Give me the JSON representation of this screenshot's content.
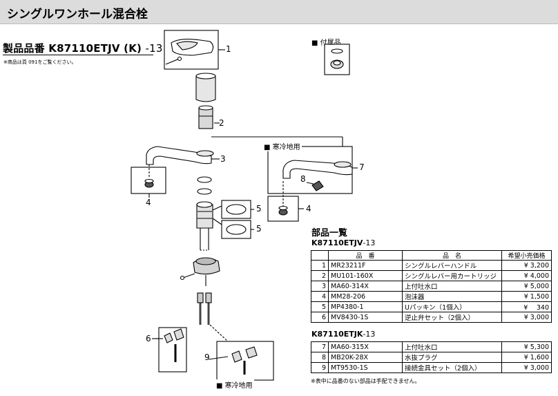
{
  "header": {
    "title": "シングルワンホール混合栓"
  },
  "product": {
    "label": "製品品番",
    "model": "K87110ETJV (K)",
    "suffix": "-13",
    "note": "※商品は頁 091をご覧ください。"
  },
  "accessory_label": "■ 付属品",
  "callouts": [
    "1",
    "2",
    "3",
    "4",
    "5",
    "5",
    "6",
    "7",
    "8",
    "4",
    "9"
  ],
  "cold_region_label": "■ 寒冷地用",
  "cold_region_label_bottom": "■ 寒冷地用",
  "parts_list": {
    "title": "部品一覧",
    "columns": [
      "品　番",
      "品　名",
      "希望小売価格"
    ],
    "group1": {
      "model": "K87110ETJV",
      "suffix": "-13",
      "rows": [
        {
          "no": "1",
          "code": "MR23211F",
          "name": "シングルレバーハンドル",
          "price": "¥ 3,200"
        },
        {
          "no": "2",
          "code": "MU101-160X",
          "name": "シングルレバー用カートリッジ",
          "price": "¥ 4,000"
        },
        {
          "no": "3",
          "code": "MA60-314X",
          "name": "上付吐水口",
          "price": "¥ 5,000"
        },
        {
          "no": "4",
          "code": "MM28-206",
          "name": "泡沫器",
          "price": "¥ 1,500"
        },
        {
          "no": "5",
          "code": "MP4380-1",
          "name": "Uパッキン（1個入）",
          "price": "¥　 340"
        },
        {
          "no": "6",
          "code": "MV8430-1S",
          "name": "逆止弁セット（2個入）",
          "price": "¥ 3,000"
        }
      ]
    },
    "group2": {
      "model": "K87110ETJK",
      "suffix": "-13",
      "rows": [
        {
          "no": "7",
          "code": "MA60-315X",
          "name": "上付吐水口",
          "price": "¥ 5,300"
        },
        {
          "no": "8",
          "code": "MB20K-28X",
          "name": "水抜プラグ",
          "price": "¥ 1,600"
        },
        {
          "no": "9",
          "code": "MT9530-1S",
          "name": "接続金具セット（2個入）",
          "price": "¥ 3,000"
        }
      ]
    },
    "footnote": "※表中に品番のない部品は手配できません。"
  }
}
